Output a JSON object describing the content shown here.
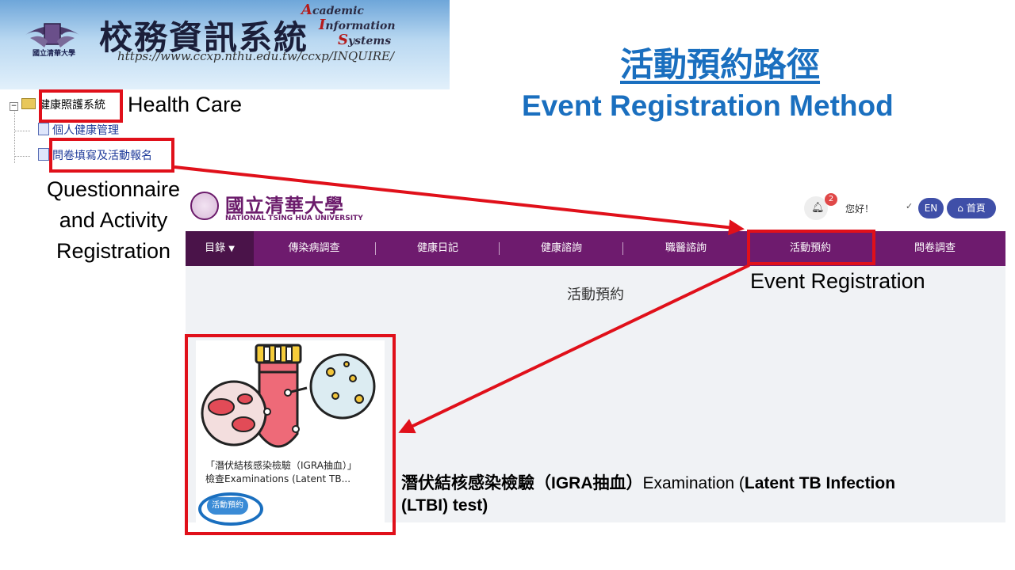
{
  "banner": {
    "emblem_text": "國立清華大學",
    "title": "校務資訊系統",
    "english_lines": [
      {
        "cap": "A",
        "rest": "cademic"
      },
      {
        "cap": "I",
        "rest": "nformation"
      },
      {
        "cap": "S",
        "rest": "ystems"
      }
    ],
    "url": "https://www.ccxp.nthu.edu.tw/ccxp/INQUIRE/"
  },
  "tree": {
    "root": "健康照護系統",
    "children": [
      "個人健康管理",
      "問卷填寫及活動報名"
    ]
  },
  "annotations": {
    "health_care": "Health Care",
    "questionnaire_lines": [
      "Questionnaire",
      "and Activity",
      "Registration"
    ],
    "event_registration": "Event Registration"
  },
  "page_title": {
    "zh": "活動預約路徑",
    "en": "Event Registration Method"
  },
  "portal": {
    "university_name": "國立清華大學",
    "university_name_en": "NATIONAL TSING HUA UNIVERSITY",
    "notification_count": "2",
    "greeting": "您好！",
    "lang_button": "EN",
    "home_button": "首頁",
    "menu_label": "目錄",
    "nav_items": [
      "傳染病調查",
      "健康日記",
      "健康諮詢",
      "職醫諮詢",
      "活動預約",
      "問卷調查"
    ],
    "content_title": "活動預約",
    "card": {
      "title_line1": "「潛伏結核感染檢驗（IGRA抽血）」",
      "title_line2": "檢查Examinations (Latent TB...",
      "button": "活動預約"
    }
  },
  "exam_description": {
    "part1": "潛伏結核感染檢驗（IGRA抽血）",
    "part2": "Examination (",
    "part3": "Latent TB Infection (LTBI) test)"
  },
  "colors": {
    "accent_blue": "#1a6fbf",
    "highlight_red": "#e0101a",
    "nav_purple": "#6e1b6e"
  }
}
